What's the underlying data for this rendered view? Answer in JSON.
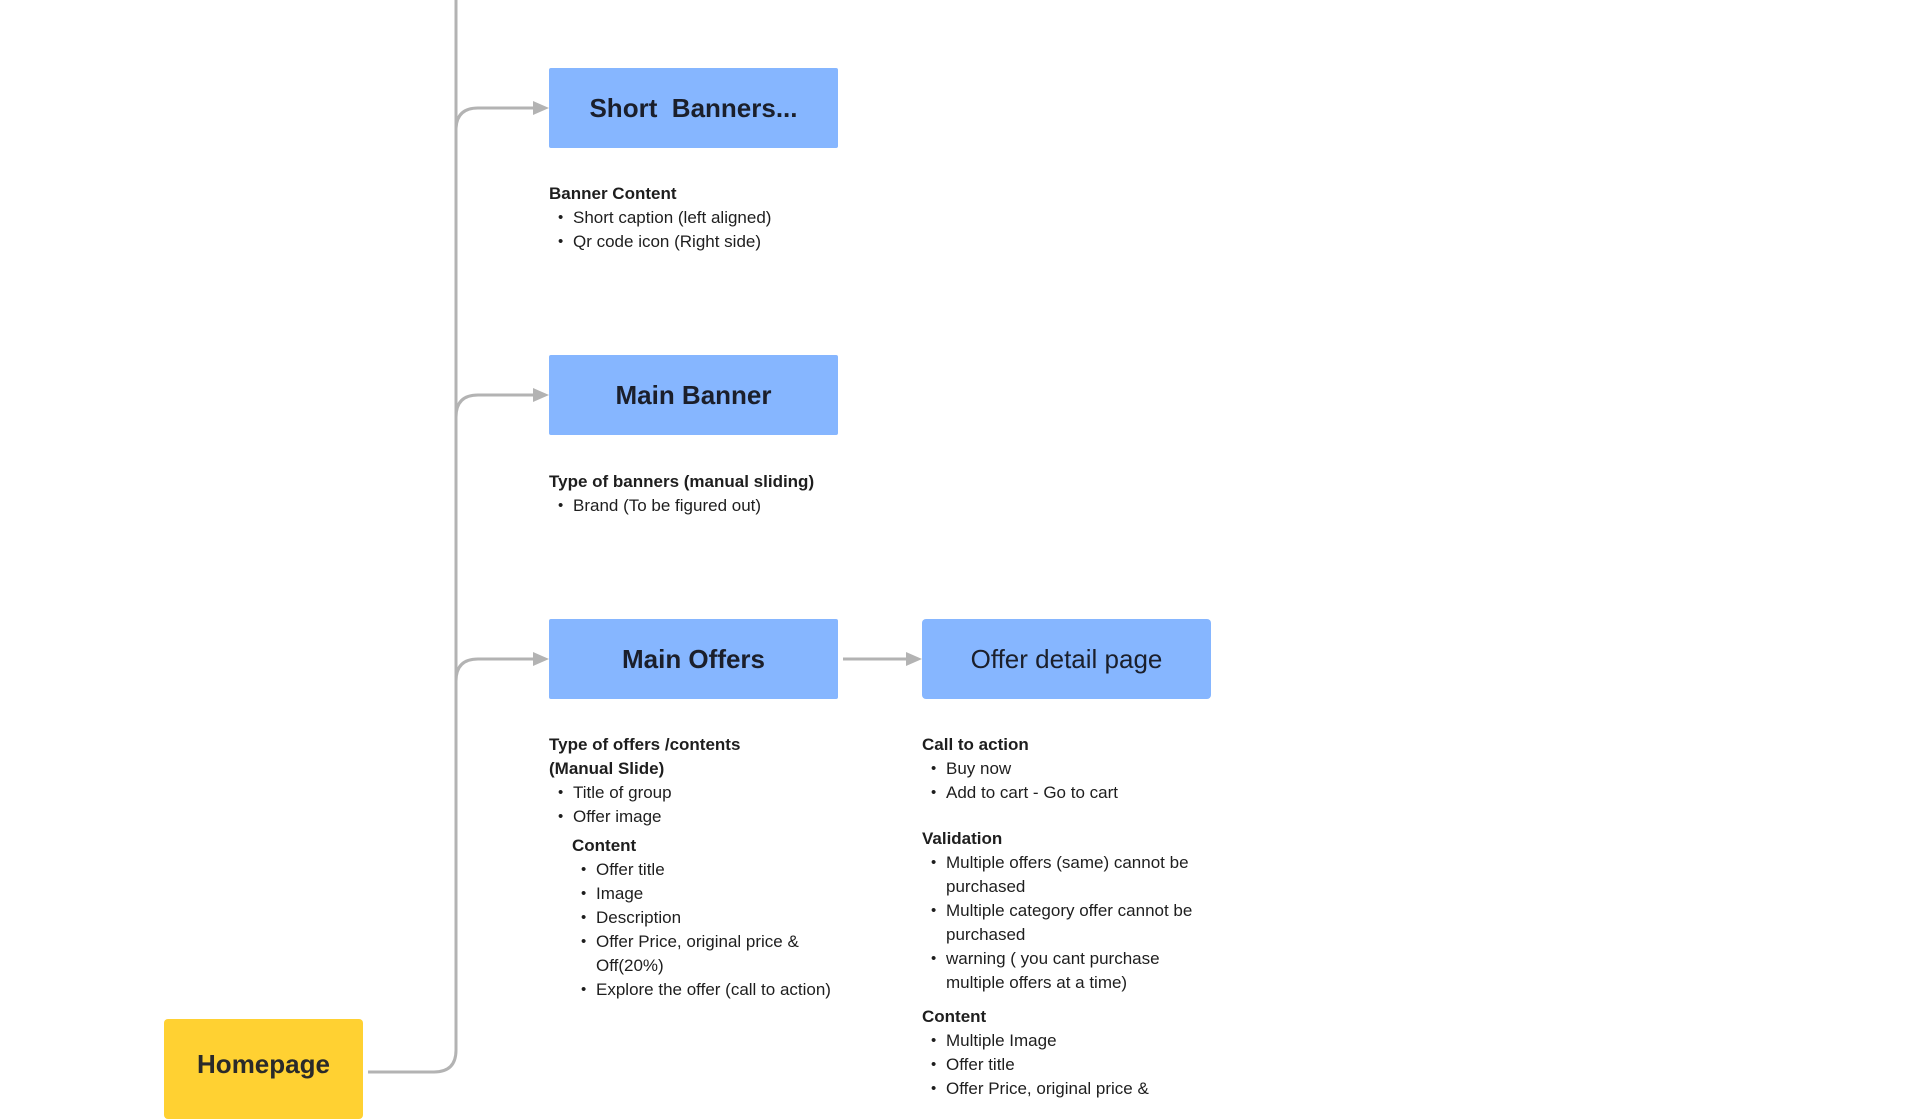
{
  "nodes": {
    "short_banners": "Short  Banners...",
    "main_banner": "Main Banner",
    "main_offers": "Main Offers",
    "offer_detail": "Offer detail page",
    "homepage": "Homepage"
  },
  "short_banners_notes": {
    "title": "Banner Content",
    "items": [
      "Short caption (left aligned)",
      "Qr code icon (Right side)"
    ]
  },
  "main_banner_notes": {
    "title": "Type of banners (manual sliding)",
    "items": [
      "Brand (To be figured out)"
    ]
  },
  "main_offers_notes": {
    "title_line1": "Type of offers /contents",
    "title_line2": "(Manual Slide)",
    "items": [
      "Title of group",
      "Offer image"
    ],
    "content_title": "Content",
    "content_items": [
      "Offer title",
      "Image",
      "Description",
      "Offer Price, original price &",
      "Off(20%)",
      "Explore the offer (call to action)"
    ]
  },
  "offer_detail_notes": {
    "cta_title": "Call to action",
    "cta_items": [
      "Buy now",
      "Add to cart - Go to cart"
    ],
    "validation_title": "Validation",
    "validation_items": [
      "Multiple offers (same) cannot be",
      "purchased",
      "Multiple category offer cannot be",
      "purchased",
      "warning ( you cant purchase",
      "multiple offers at a time)"
    ],
    "content_title": "Content",
    "content_items": [
      "Multiple Image",
      "Offer title",
      "Offer Price, original price &"
    ]
  },
  "colors": {
    "node_blue": "#86b6ff",
    "node_yellow": "#ffd132",
    "connector": "#b3b3b3"
  }
}
